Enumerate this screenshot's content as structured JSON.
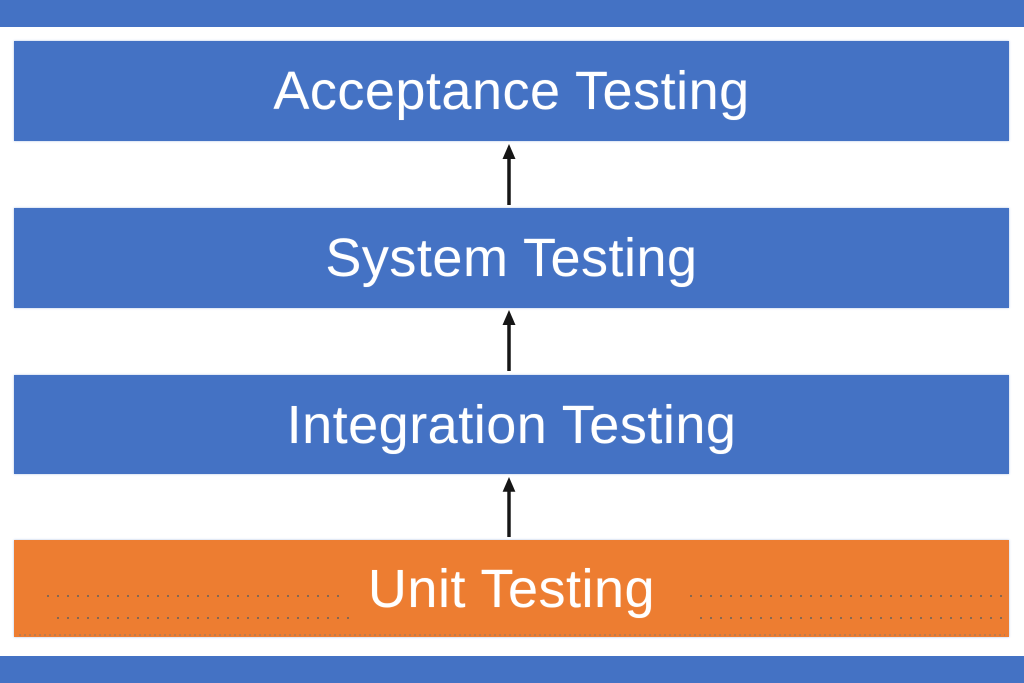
{
  "diagram": {
    "type": "flow",
    "direction": "bottom-to-top",
    "levels": [
      {
        "label": "Acceptance Testing",
        "color": "#4472C4"
      },
      {
        "label": "System Testing",
        "color": "#4472C4"
      },
      {
        "label": "Integration Testing",
        "color": "#4472C4"
      },
      {
        "label": "Unit Testing",
        "color": "#ED7D31"
      }
    ],
    "banner_color": "#4472C4",
    "text_color": "#ffffff",
    "arrow_color": "#161616",
    "arrow_count": 3,
    "arrow_direction": "up"
  }
}
